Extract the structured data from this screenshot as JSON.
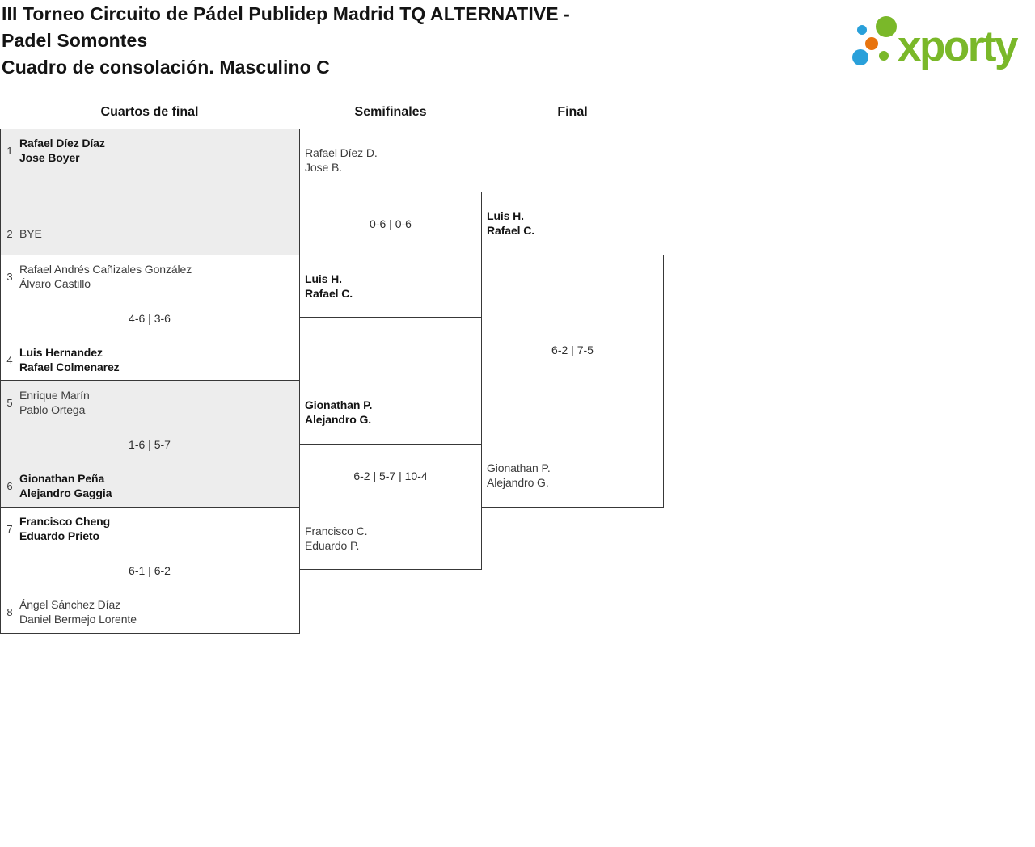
{
  "header": {
    "title_lines": [
      "III Torneo Circuito de Pádel Publidep Madrid TQ ALTERNATIVE -",
      "Padel Somontes"
    ],
    "subtitle": "Cuadro de consolación. Masculino C"
  },
  "logo": {
    "brand": "xporty",
    "colors": {
      "green": "#7ab829",
      "blue": "#29a0da",
      "orange": "#e8740e"
    }
  },
  "bracket": {
    "round_headers": [
      "Cuartos de final",
      "Semifinales",
      "Final"
    ],
    "quarterfinals": [
      {
        "top": {
          "seed": "1",
          "players": [
            "Rafael Díez Díaz",
            "Jose Boyer"
          ],
          "winner": true
        },
        "bottom": {
          "seed": "2",
          "players": [
            "BYE"
          ],
          "winner": false
        },
        "score": ""
      },
      {
        "top": {
          "seed": "3",
          "players": [
            "Rafael Andrés Cañizales González",
            "Álvaro Castillo"
          ],
          "winner": false
        },
        "bottom": {
          "seed": "4",
          "players": [
            "Luis Hernandez",
            "Rafael Colmenarez"
          ],
          "winner": true
        },
        "score": "4-6 | 3-6"
      },
      {
        "top": {
          "seed": "5",
          "players": [
            "Enrique Marín",
            "Pablo Ortega"
          ],
          "winner": false
        },
        "bottom": {
          "seed": "6",
          "players": [
            "Gionathan Peña",
            "Alejandro Gaggia"
          ],
          "winner": true
        },
        "score": "1-6 | 5-7"
      },
      {
        "top": {
          "seed": "7",
          "players": [
            "Francisco Cheng",
            "Eduardo Prieto"
          ],
          "winner": true
        },
        "bottom": {
          "seed": "8",
          "players": [
            "Ángel Sánchez Díaz",
            "Daniel Bermejo Lorente"
          ],
          "winner": false
        },
        "score": "6-1 | 6-2"
      }
    ],
    "semifinals": [
      {
        "top": {
          "players": [
            "Rafael Díez D.",
            "Jose B."
          ],
          "winner": false
        },
        "bottom": {
          "players": [
            "Luis H.",
            "Rafael C."
          ],
          "winner": true
        },
        "score": "0-6 | 0-6"
      },
      {
        "top": {
          "players": [
            "Gionathan P.",
            "Alejandro G."
          ],
          "winner": true
        },
        "bottom": {
          "players": [
            "Francisco C.",
            "Eduardo P."
          ],
          "winner": false
        },
        "score": "6-2 | 5-7 | 10-4"
      }
    ],
    "final": {
      "top": {
        "players": [
          "Luis H.",
          "Rafael C."
        ],
        "winner": true
      },
      "bottom": {
        "players": [
          "Gionathan P.",
          "Alejandro G."
        ],
        "winner": false
      },
      "score": "6-2 | 7-5"
    }
  }
}
